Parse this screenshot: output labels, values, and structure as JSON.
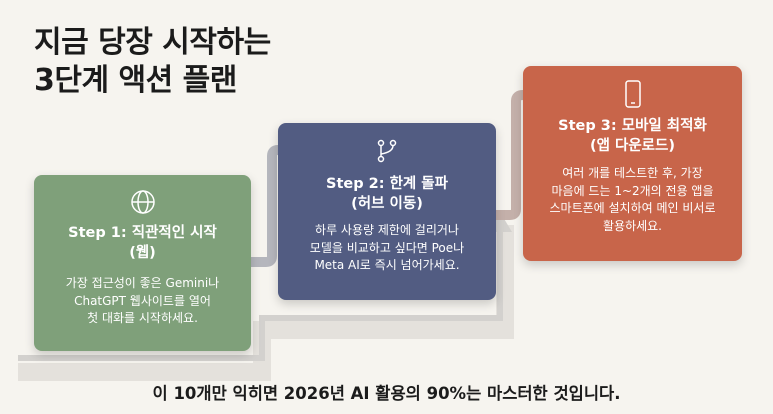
{
  "title": {
    "line1": "지금 당장 시작하는",
    "line2": "3단계 액션 플랜"
  },
  "steps": [
    {
      "icon": "globe-icon",
      "color": "#7fa07a",
      "heading_line1": "Step 1: 직관적인 시작",
      "heading_line2": "(웹)",
      "desc_lines": [
        "가장 접근성이 좋은 Gemini나",
        "ChatGPT 웹사이트를 열어",
        "첫 대화를 시작하세요."
      ]
    },
    {
      "icon": "branch-icon",
      "color": "#525c82",
      "heading_line1": "Step 2: 한계 돌파",
      "heading_line2": "(허브 이동)",
      "desc_lines": [
        "하루 사용량 제한에 걸리거나",
        "모델을 비교하고 싶다면 Poe나",
        "Meta AI로 즉시 넘어가세요."
      ]
    },
    {
      "icon": "smartphone-icon",
      "color": "#c8654a",
      "heading_line1": "Step 3: 모바일 최적화",
      "heading_line2": "(앱 다운로드)",
      "desc_lines": [
        "여러 개를 테스트한 후, 가장",
        "마음에 드는 1~2개의 전용 앱을",
        "스마트폰에 설치하여 메인 비서로",
        "활용하세요."
      ]
    }
  ],
  "footer": "이 10개만 익히면 2026년 AI 활용의 90%는 마스터한 것입니다."
}
